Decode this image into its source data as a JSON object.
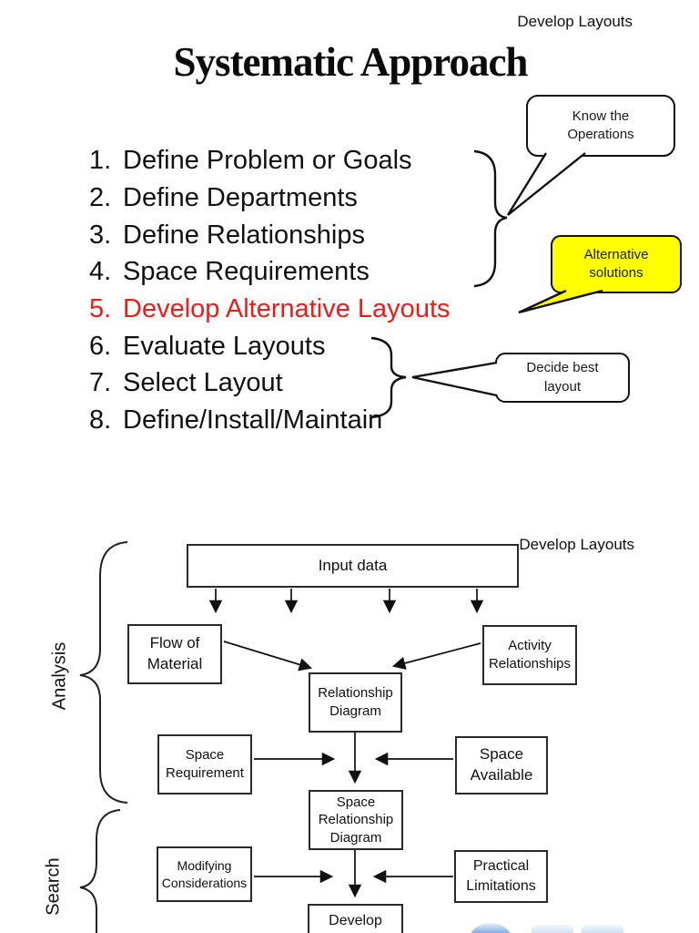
{
  "page": {
    "header_label": "Develop Layouts",
    "title": "Systematic Approach"
  },
  "steps": {
    "items": [
      {
        "num": "1.",
        "label": "Define Problem or Goals"
      },
      {
        "num": "2.",
        "label": "Define Departments"
      },
      {
        "num": "3.",
        "label": "Define Relationships"
      },
      {
        "num": "4.",
        "label": "Space Requirements"
      },
      {
        "num": "5.",
        "label": "Develop Alternative Layouts",
        "highlighted": "true"
      },
      {
        "num": "6.",
        "label": "Evaluate Layouts"
      },
      {
        "num": "7.",
        "label": "Select Layout"
      },
      {
        "num": "8.",
        "label": "Define/Install/Maintain"
      }
    ]
  },
  "callouts": {
    "know_operations": {
      "text": "Know the\nOperations"
    },
    "alternative_solutions": {
      "text": "Alternative\nsolutions"
    },
    "decide_best_layout": {
      "text": "Decide best\nlayout"
    }
  },
  "diagram": {
    "label": "Develop Layouts",
    "phases": {
      "analysis": "Analysis",
      "search": "Search"
    },
    "boxes": {
      "input_data": "Input data",
      "flow_of_material": "Flow of\nMaterial",
      "activity_relationships": "Activity\nRelationships",
      "relationship_diagram": "Relationship\nDiagram",
      "space_requirement": "Space\nRequirement",
      "space_available": "Space\nAvailable",
      "space_relationship_diagram": "Space\nRelationship\nDiagram",
      "modifying_considerations": "Modifying\nConsiderations",
      "practical_limitations": "Practical\nLimitations",
      "develop_layout": "Develop\nLayout"
    }
  },
  "colors": {
    "highlight_red": "#ee1b1b",
    "callout_yellow": "#ffff00",
    "ink": "#111111"
  }
}
